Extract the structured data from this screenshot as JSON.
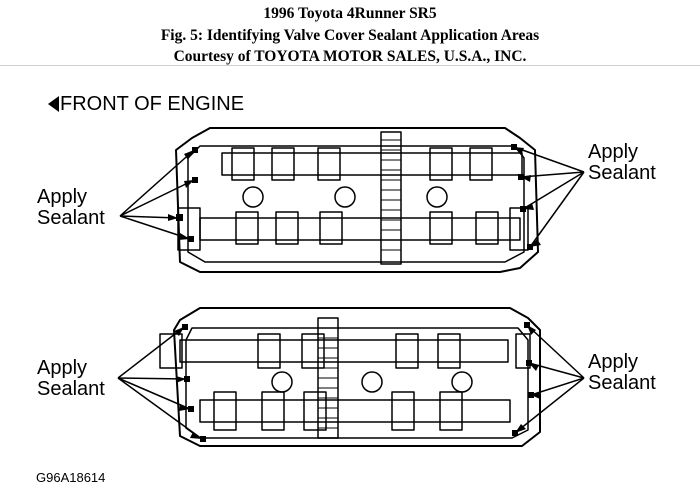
{
  "header": {
    "line1": "1996 Toyota 4Runner SR5",
    "line2": "Fig. 5: Identifying Valve Cover Sealant Application Areas",
    "line3": "Courtesy of TOYOTA MOTOR SALES, U.S.A., INC."
  },
  "figure": {
    "front_label": "FRONT OF ENGINE",
    "apply_sealant": {
      "line1": "Apply",
      "line2": "Sealant"
    },
    "figure_code": "G96A18614"
  },
  "colors": {
    "ink": "#000000",
    "background": "#ffffff",
    "divider": "#d0d0d0"
  }
}
